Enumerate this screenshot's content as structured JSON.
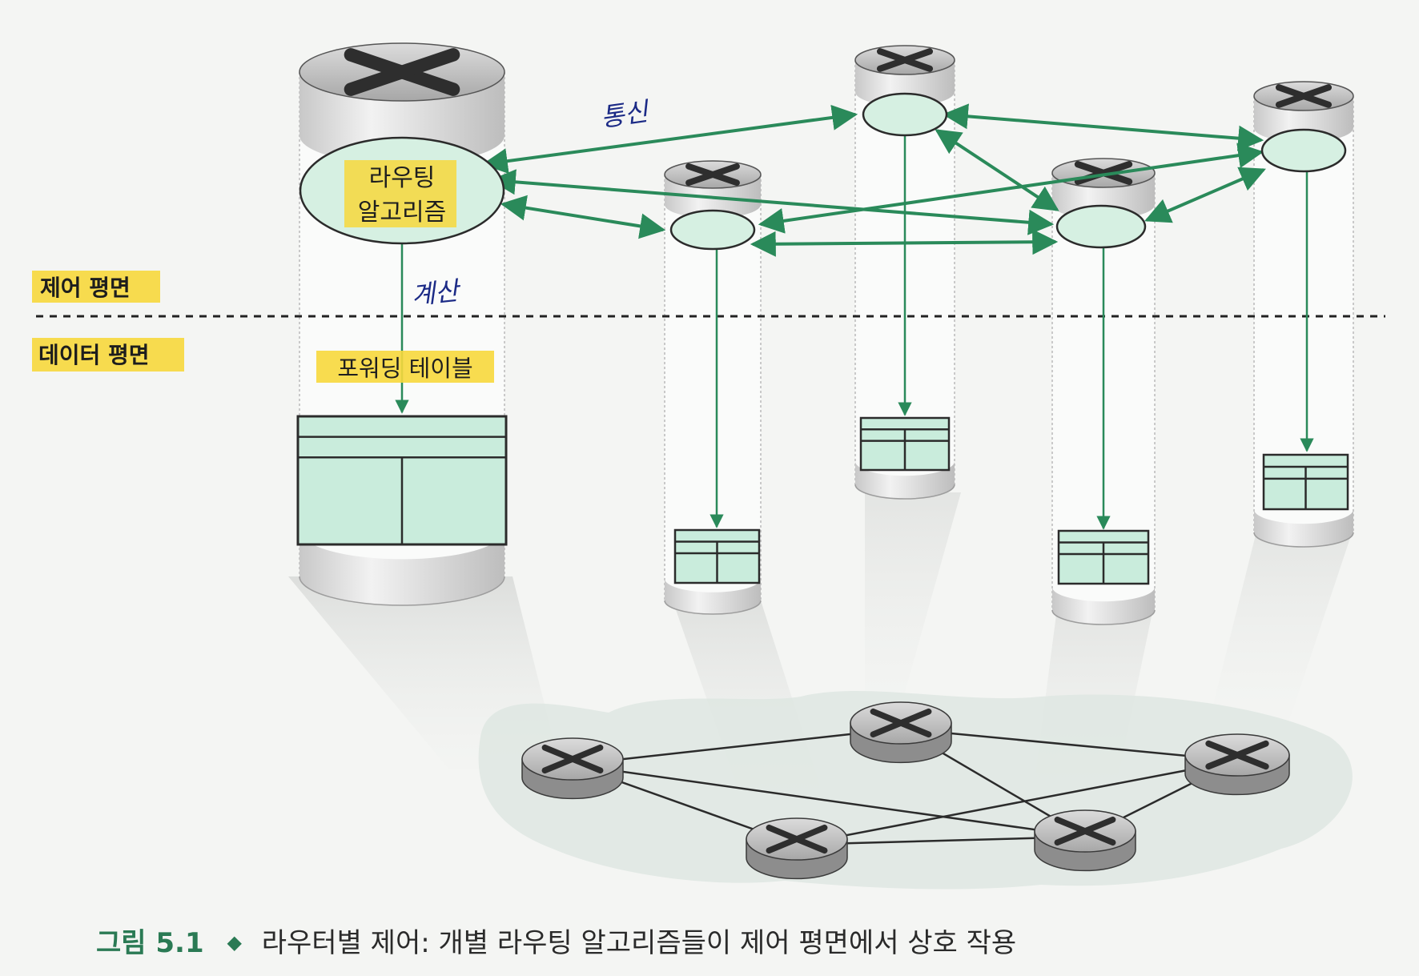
{
  "labels": {
    "control_plane": "제어 평면",
    "data_plane": "데이터 평면",
    "routing_algorithm_line1": "라우팅",
    "routing_algorithm_line2": "알고리즘",
    "forwarding_table": "포워딩 테이블"
  },
  "handwritten": {
    "communication": "통신",
    "computation": "계산"
  },
  "caption": {
    "figure_number": "그림 5.1",
    "bullet": "◆",
    "text": "라우터별 제어: 개별 라우팅 알고리즘들이 제어 평면에서 상호 작용"
  },
  "colors": {
    "accent_green": "#2a8a5a",
    "node_fill": "#d6f0e2",
    "table_fill": "#c9ecdc",
    "highlight_yellow": "#f7d83c",
    "router_gray": "#9a9a9a"
  },
  "icons": {
    "router": "router-cross-icon"
  }
}
